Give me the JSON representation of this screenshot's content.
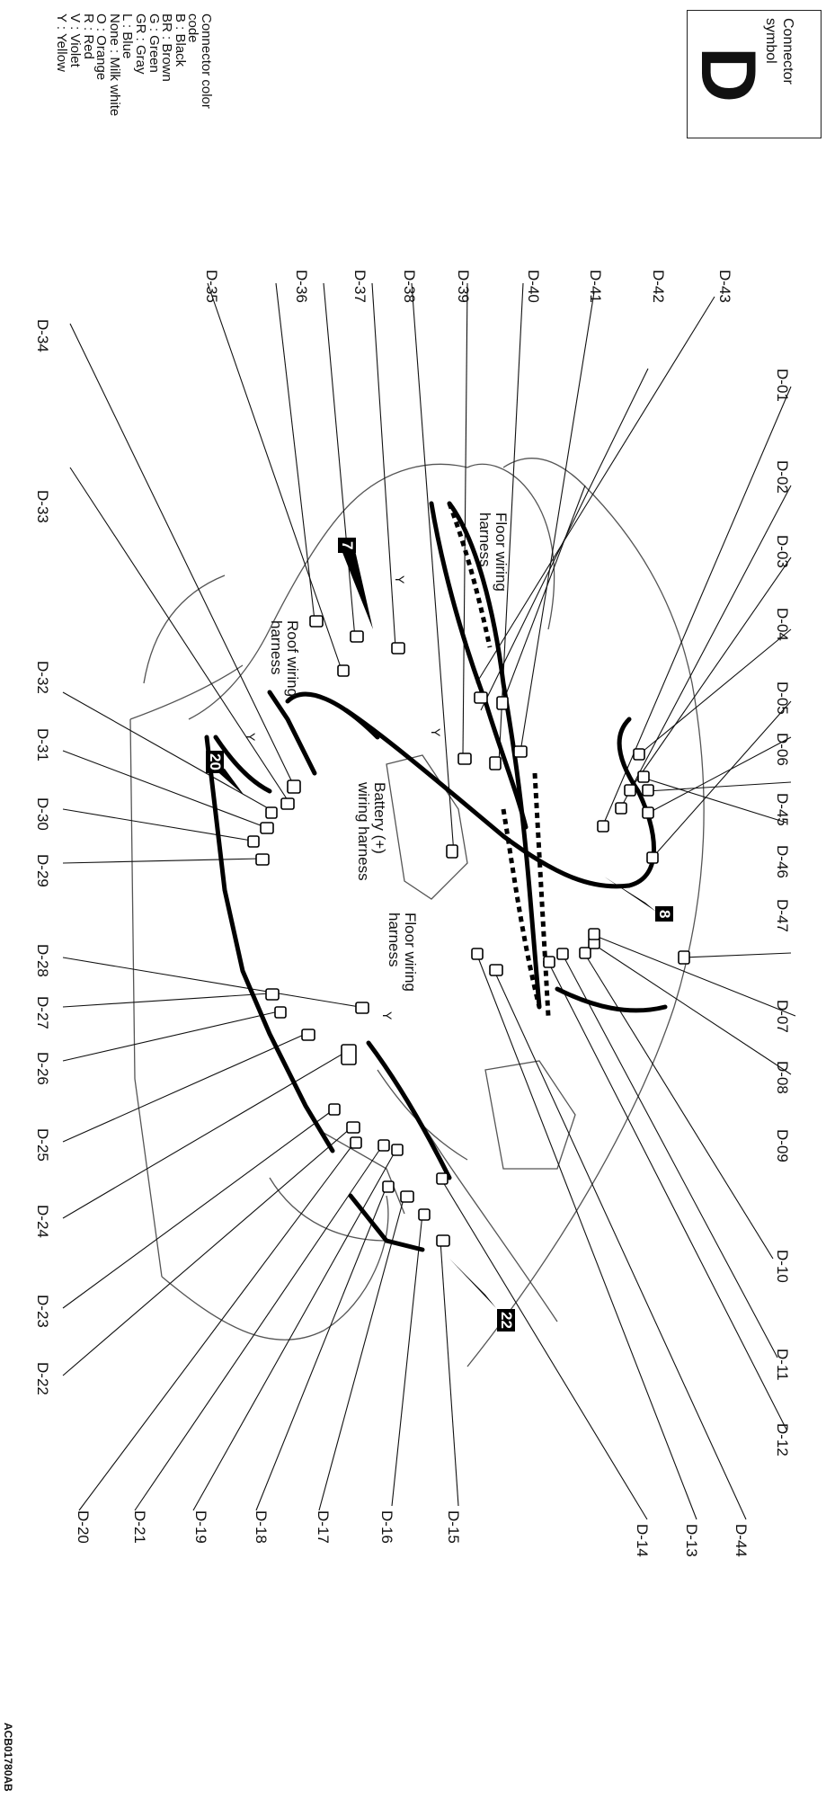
{
  "symbol_box": {
    "title_line1": "Connector",
    "title_line2": "symbol",
    "letter": "D"
  },
  "legend": {
    "title_line1": "Connector color",
    "title_line2": "code",
    "entries": [
      "B : Black",
      "BR : Brown",
      "G : Green",
      "GR : Gray",
      "L : Blue",
      "None : Milk white",
      "O : Orange",
      "R : Red",
      "V : Violet",
      "Y : Yellow"
    ]
  },
  "connectors": {
    "top": [
      "D-43",
      "D-42",
      "D-41",
      "D-40",
      "D-39",
      "D-38",
      "D-37",
      "D-36",
      "D-35",
      "D-34"
    ],
    "right": [
      "D-01",
      "D-02",
      "D-03",
      "D-04",
      "D-05",
      "D-06",
      "D-45",
      "D-46",
      "D-47",
      "D-07",
      "D-08",
      "D-09",
      "D-10",
      "D-11",
      "D-12"
    ],
    "bottom": [
      "D-44",
      "D-13",
      "D-14",
      "D-15",
      "D-16",
      "D-17",
      "D-18",
      "D-19",
      "D-21",
      "D-20"
    ],
    "left": [
      "D-33",
      "D-32",
      "D-31",
      "D-30",
      "D-29",
      "D-28",
      "D-27",
      "D-26",
      "D-25",
      "D-24",
      "D-23",
      "D-22"
    ]
  },
  "harness_labels": {
    "floor_top_1": "Floor wiring",
    "floor_top_2": "harness",
    "roof_1": "Roof wiring",
    "roof_2": "harness",
    "battery_1": "Battery (+)",
    "battery_2": "wiring harness",
    "floor_mid_1": "Floor wiring",
    "floor_mid_2": "harness"
  },
  "callouts": {
    "a": "7",
    "b": "8",
    "c": "20",
    "d": "22"
  },
  "color_marks": {
    "y1": "Y",
    "y2": "Y",
    "y3": "Y",
    "y4": "Y"
  },
  "figure_id": "ACB01780AB"
}
